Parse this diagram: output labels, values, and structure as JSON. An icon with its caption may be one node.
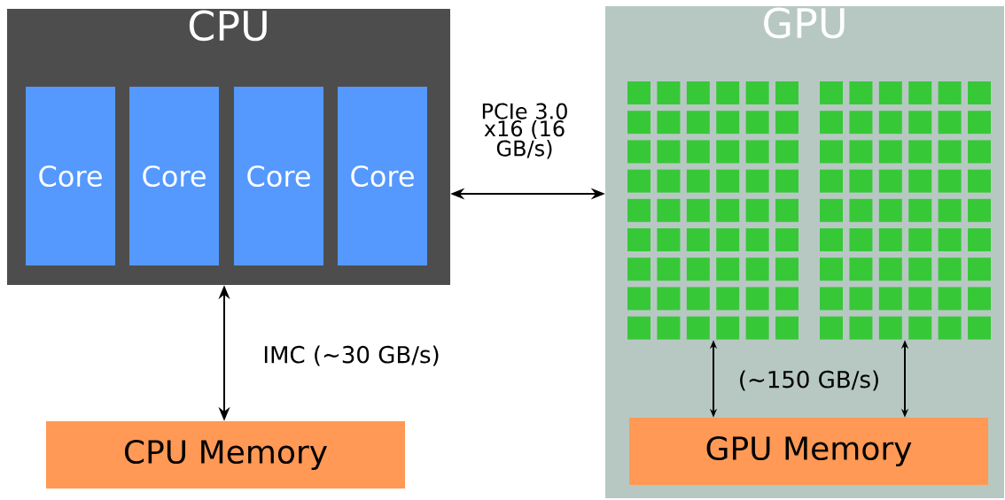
{
  "diagram": {
    "nodes": [
      {
        "text": [
          "CPU"
        ]
      },
      {
        "text": [
          "Core"
        ],
        "in": 0
      },
      {
        "text": [
          "Core"
        ],
        "in": 0
      },
      {
        "text": [
          "Core"
        ],
        "in": 0
      },
      {
        "text": [
          "Core"
        ],
        "in": 0
      },
      {
        "text": [
          "GPU"
        ]
      },
      {
        "text": [],
        "shape": "box",
        "in": 5
      },
      {
        "text": [],
        "shape": "box",
        "in": 5
      },
      {
        "text": [
          "CPU Memory"
        ]
      },
      {
        "text": [
          "GPU Memory"
        ],
        "in": 5
      }
    ],
    "edges": [
      {
        "from": 0,
        "to": 5,
        "arrow": "both",
        "label": "PCIe 3.0 x16 (16 GB/s)"
      },
      {
        "from": 0,
        "to": 8,
        "arrow": "both",
        "label": "IMC (~30 GB/s)"
      },
      {
        "from": 6,
        "to": 9,
        "arrow": "both",
        "label": "(~150 GB/s)"
      },
      {
        "from": 7,
        "to": 9,
        "arrow": "both"
      }
    ]
  }
}
